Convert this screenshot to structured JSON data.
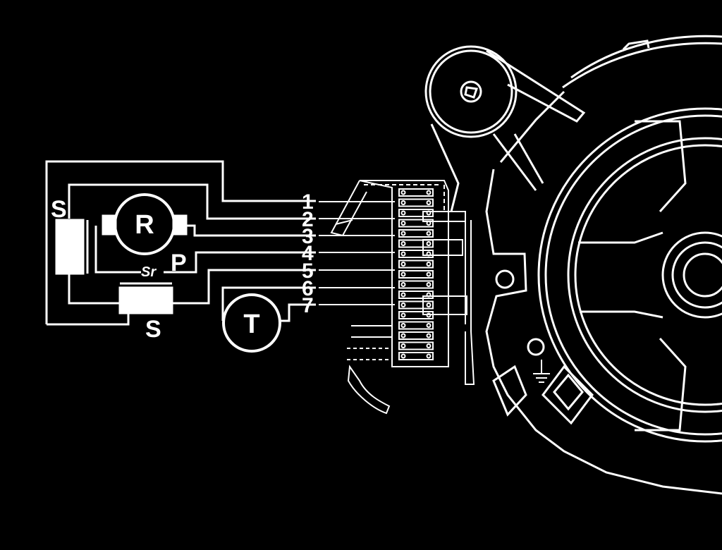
{
  "colors": {
    "background": "#000000",
    "line": "#ffffff"
  },
  "schematic": {
    "stator_top_label": "S",
    "stator_bottom_label": "S",
    "rotor_label": "R",
    "protector_label": "P",
    "protector_symbol": "Sr",
    "tacho_label": "T"
  },
  "pins": [
    "1",
    "2",
    "3",
    "4",
    "5",
    "6",
    "7"
  ],
  "icons": {
    "ground": "ground-icon",
    "rotor": "motor-rotor-icon",
    "tacho": "tacho-generator-icon"
  }
}
